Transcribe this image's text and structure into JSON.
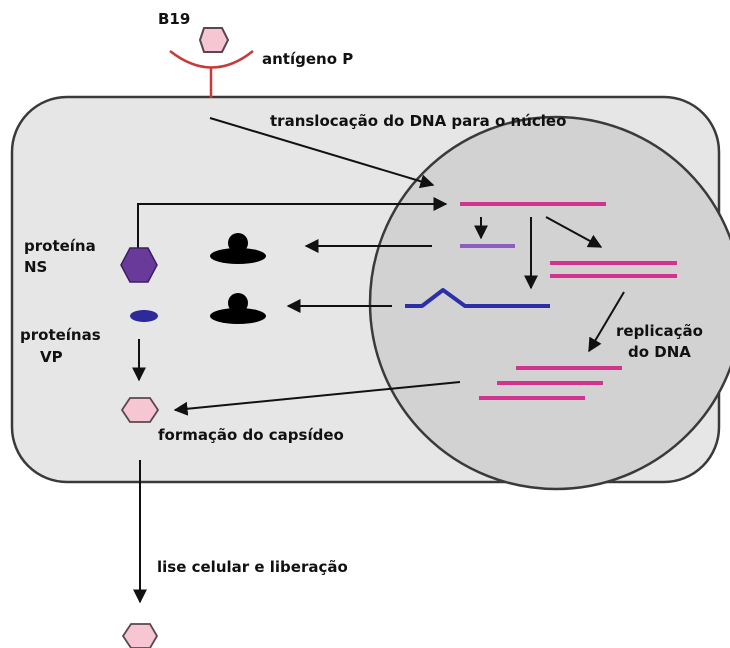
{
  "labels": {
    "virus": "B19",
    "receptor": "antígeno P",
    "translocation": "translocação do DNA para o núcleo",
    "ns_line1": "proteína",
    "ns_line2": "NS",
    "vp_line1": "proteínas",
    "vp_line2": "VP",
    "replication_line1": "replicação",
    "replication_line2": "do DNA",
    "capsid": "formação do capsídeo",
    "lysis": "lise celular e liberação"
  },
  "colors": {
    "virus_fill": "#f6c6d2",
    "virus_stroke": "#5a4650",
    "receptor": "#c8393a",
    "cell_fill": "#e6e6e6",
    "cell_stroke": "#3a3a3a",
    "nucleus_fill": "#d2d2d2",
    "nucleus_stroke": "#3a3a3a",
    "dna": "#d2338f",
    "mrna_ns": "#8a5fc0",
    "mrna_vp": "#2b2fa8",
    "ns_protein_fill": "#6a3a9a",
    "vp_protein_fill": "#2e2a9a",
    "ribosome": "#000000",
    "arrow": "#111111"
  }
}
